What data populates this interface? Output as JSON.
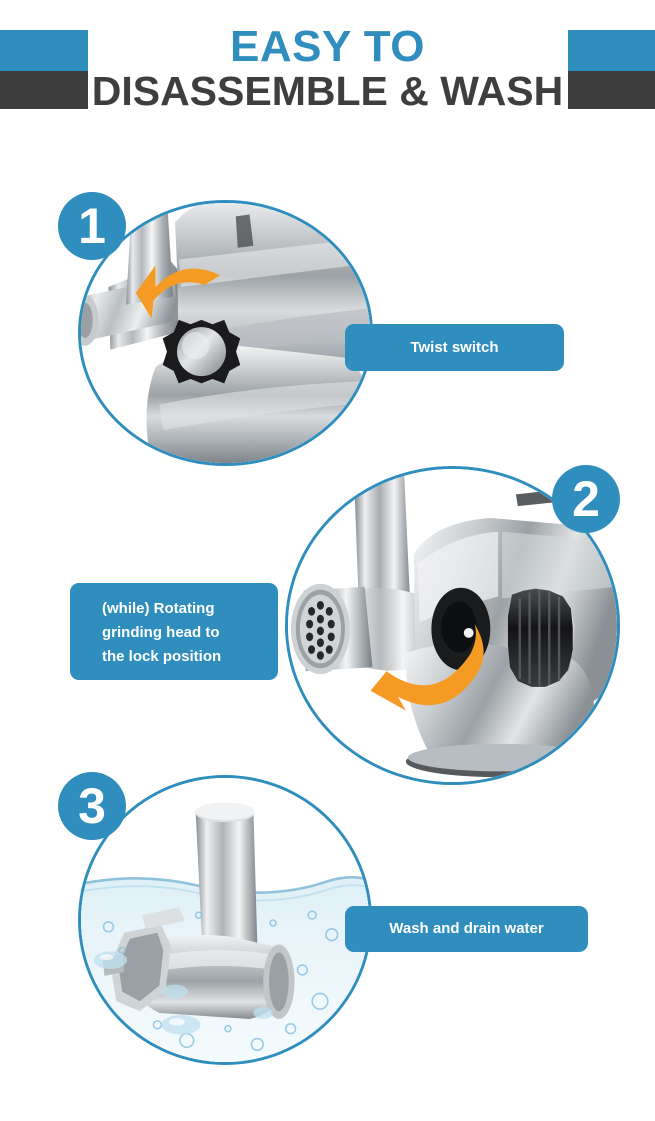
{
  "header": {
    "title_line1": "EASY TO",
    "title_line2": "DISASSEMBLE & WASH",
    "blue_bar_color": "#2f8ebd",
    "dark_bar_color": "#3e3e3e",
    "title_line1_color": "#2f8ebd",
    "title_line2_color": "#3e3e3e"
  },
  "theme": {
    "accent_blue": "#2f8ebd",
    "arrow_orange": "#f59a23",
    "dark_gray": "#3e3e3e",
    "white": "#ffffff"
  },
  "steps": [
    {
      "number": "1",
      "label": "Twist switch",
      "image_alt": "stainless-steel-meat-grinder-head-with-black-knob",
      "arrow": "orange-curved-arrow-counterclockwise"
    },
    {
      "number": "2",
      "label_lines": [
        "(while) Rotating",
        "grinding head to",
        "the lock position"
      ],
      "image_alt": "meat-grinder-body-with-grinding-head-and-cutting-plate",
      "arrow": "orange-curved-arrow-counterclockwise"
    },
    {
      "number": "3",
      "label": "Wash and drain water",
      "image_alt": "grinder-head-submerged-in-water-with-bubbles",
      "arrow": ""
    }
  ]
}
